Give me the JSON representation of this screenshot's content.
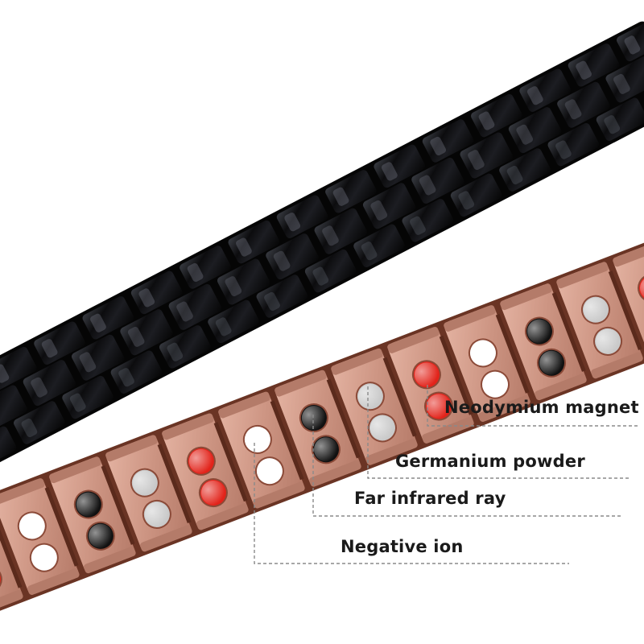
{
  "image": {
    "subject": "magnetic-bracelets",
    "background_color": "#ffffff"
  },
  "bracelets": [
    {
      "name": "black-bracelet",
      "color": "#0b0b0d",
      "highlight": "#6f7480"
    },
    {
      "name": "copper-bracelet",
      "color": "#c9917f",
      "edge": "#6a3424"
    }
  ],
  "stones": {
    "neodymium_magnet": "#111111",
    "germanium_powder": "#c9c9c9",
    "far_infrared_ray": "#e2231a",
    "negative_ion": "#ffffff"
  },
  "callouts": [
    {
      "id": "neodymium",
      "label": "Neodymium magnet"
    },
    {
      "id": "germanium",
      "label": "Germanium powder"
    },
    {
      "id": "infrared",
      "label": "Far infrared ray"
    },
    {
      "id": "negative-ion",
      "label": "Negative ion"
    }
  ]
}
